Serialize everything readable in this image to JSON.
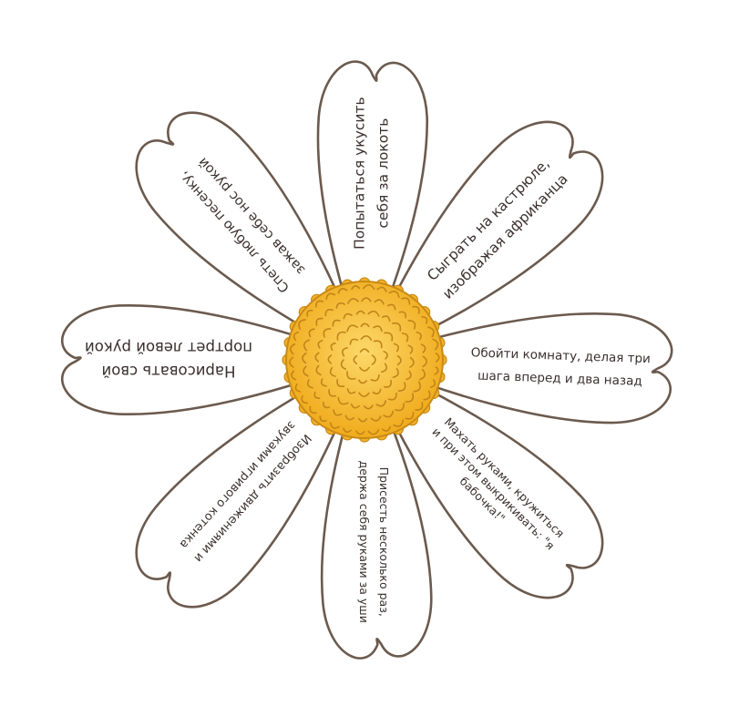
{
  "colors": {
    "outline": "#6b5a4e",
    "text": "#3b2f2f",
    "center_fill": "#f5b82a",
    "center_light": "#fcd869",
    "center_curls": "#c1841a"
  },
  "petals": [
    {
      "lines": [
        "Попытаться укусить",
        "себя за локоть"
      ]
    },
    {
      "lines": [
        "Сыграть на кастрюле,",
        "изображая африканца"
      ]
    },
    {
      "lines": [
        "Обойти комнату, делая три",
        "шага вперед и два назад"
      ]
    },
    {
      "lines": [
        "Махать руками, кружиться",
        "и при этом выкрикивать: \"я",
        "бабочка!\""
      ]
    },
    {
      "lines": [
        "Присесть несколько раз,",
        "держа себя руками за уши"
      ]
    },
    {
      "lines": [
        "Изобразить движениями и",
        "звуками игривого котенка"
      ]
    },
    {
      "lines": [
        "Нарисовать свой",
        "портрет левой рукой"
      ]
    },
    {
      "lines": [
        "Спеть любую песенку,",
        "зажав себе нос рукой"
      ]
    }
  ]
}
